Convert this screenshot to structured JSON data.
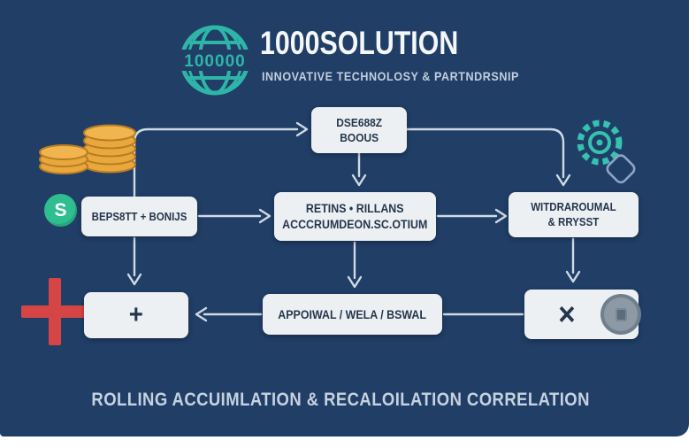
{
  "brand": {
    "globe_label": "100000",
    "title": "1000SOLUTION",
    "subtitle": "INNOVATIVE TECHNOLOSY & PARTNDRSNIP"
  },
  "flow": {
    "bonus_box": {
      "line1": "DSE688Z",
      "line2": "BOOUS"
    },
    "deposit_box": {
      "label": "BEPS8TT + BONIJS"
    },
    "returns_box": {
      "line1": "RETINS • RILLANS",
      "line2": "ACCCRUMDEON.SC.OTIUM"
    },
    "withdrawal_box": {
      "line1": "WITDRAROUMAL",
      "line2": "& RRYSST"
    },
    "plus_box": {
      "label": "+"
    },
    "approval_box": {
      "label": "APPOIWAL / WELA / BSWAL"
    },
    "multiply_box": {
      "label": "×"
    }
  },
  "icons": {
    "dollar_sign": "S"
  },
  "footer": {
    "caption": "ROLLING ACCUIMLATION & RECALOILATION CORRELATION"
  },
  "colors": {
    "background": "#203e66",
    "box_fill": "#edf0f3",
    "box_text": "#24364c",
    "connector": "#cfdae4",
    "teal": "#2fb5a8",
    "gold": "#e9a83e",
    "green": "#2fbe8f",
    "red": "#d64545",
    "title_text": "#f4f7fa",
    "caption_text": "#c6d2e0"
  }
}
